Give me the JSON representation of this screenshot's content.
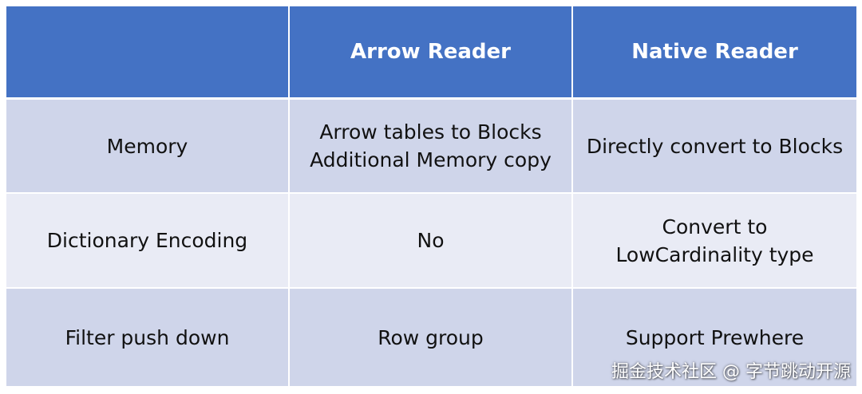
{
  "table": {
    "header": [
      "",
      "Arrow Reader",
      "Native Reader"
    ],
    "rows": [
      [
        "Memory",
        "Arrow tables to Blocks\nAdditional Memory copy",
        "Directly convert to Blocks"
      ],
      [
        "Dictionary Encoding",
        "No",
        "Convert to\nLowCardinality type"
      ],
      [
        "Filter push down",
        "Row group",
        "Support Prewhere"
      ]
    ]
  },
  "watermark": "掘金技术社区 @ 字节跳动开源",
  "colors": {
    "header_bg": "#4472c4",
    "row_odd_bg": "#cfd5ea",
    "row_even_bg": "#e9ebf5"
  }
}
